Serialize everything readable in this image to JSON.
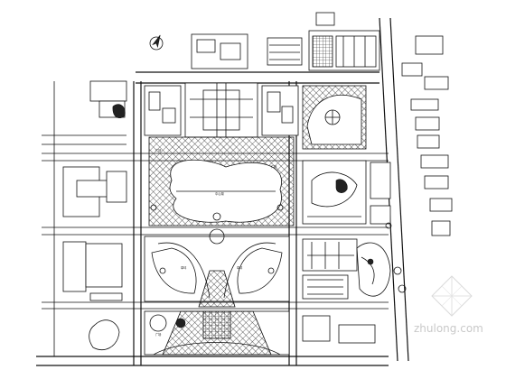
{
  "drawing": {
    "labels": [
      "广场",
      "广场",
      "中心湖",
      "草坪",
      "草坪",
      "广场"
    ]
  },
  "watermark": {
    "text": "zhulong.com"
  },
  "colors": {
    "line": "#111111",
    "background": "#ffffff",
    "watermark": "#c9c9c9"
  },
  "icons": [
    "north-arrow-icon",
    "zhulong-logo-icon"
  ]
}
